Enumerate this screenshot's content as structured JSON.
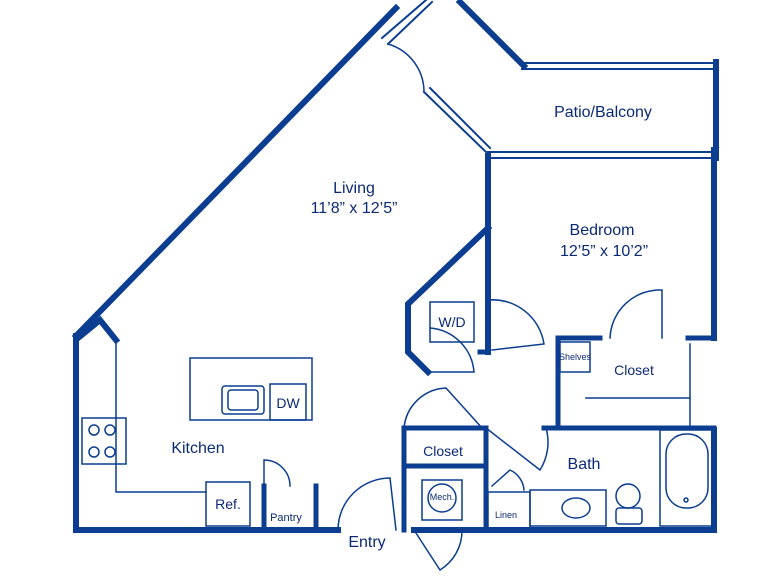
{
  "colors": {
    "wall": "#0b3d91",
    "ink": "#0b2a74",
    "fill": "#ffffff"
  },
  "rooms": {
    "living": {
      "name": "Living",
      "dims": "11’8” x 12’5”"
    },
    "bedroom": {
      "name": "Bedroom",
      "dims": "12’5” x 10’2”"
    },
    "patio": {
      "name": "Patio/Balcony"
    },
    "kitchen": {
      "name": "Kitchen"
    },
    "bath": {
      "name": "Bath"
    },
    "entry": {
      "name": "Entry"
    }
  },
  "fixtures": {
    "wd": "W/D",
    "dw": "DW",
    "ref": "Ref.",
    "pantry": "Pantry",
    "closet_hall": "Closet",
    "closet_bedroom": "Closet",
    "shelves": "Shelves",
    "mech": "Mech.",
    "linen": "Linen"
  }
}
